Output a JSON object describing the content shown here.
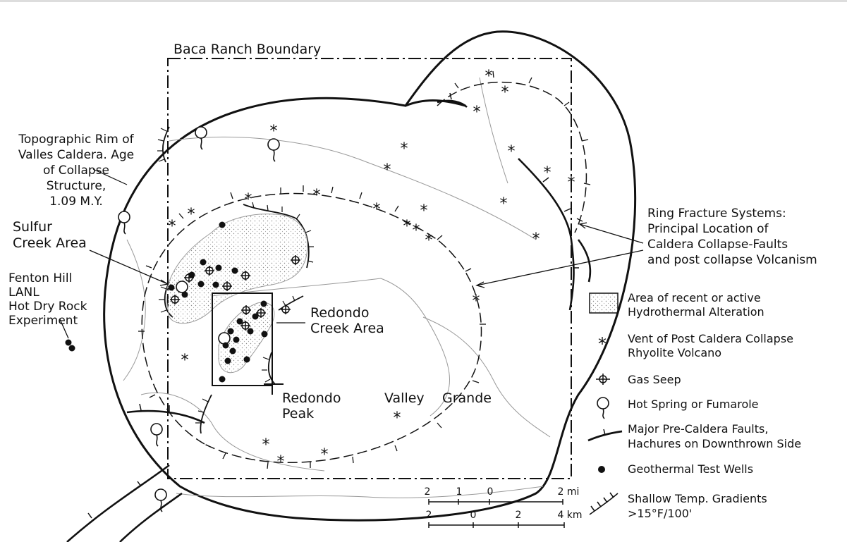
{
  "map": {
    "boundary_label": "Baca Ranch Boundary",
    "labels": {
      "topo_rim": [
        "Topographic Rim of",
        "Valles Caldera. Age",
        "of Collapse",
        "Structure,",
        "1.09 M.Y."
      ],
      "sulfur_creek": [
        "Sulfur",
        "Creek Area"
      ],
      "fenton_hill": [
        "Fenton Hill",
        "LANL",
        "Hot Dry Rock",
        "Experiment"
      ],
      "redondo_creek": [
        "Redondo",
        "Creek Area"
      ],
      "redondo_peak": [
        "Redondo",
        "Peak"
      ],
      "valley_word": "Valley",
      "grande_word": "Grande",
      "ring_fracture": [
        "Ring Fracture Systems:",
        "Principal Location of",
        "Caldera Collapse-Faults",
        "and post collapse Volcanism"
      ]
    }
  },
  "legend": {
    "items": [
      {
        "icon": "stippled-area",
        "lines": [
          "Area of recent or active",
          "Hydrothermal Alteration"
        ]
      },
      {
        "icon": "asterisk",
        "lines": [
          "Vent of Post Caldera Collapse",
          "Rhyolite Volcano"
        ]
      },
      {
        "icon": "gas-seep",
        "lines": [
          "Gas Seep"
        ]
      },
      {
        "icon": "hot-spring",
        "lines": [
          "Hot Spring or Fumarole"
        ]
      },
      {
        "icon": "fault",
        "lines": [
          "Major Pre-Caldera Faults,",
          "Hachures on Downthrown Side"
        ]
      },
      {
        "icon": "well-dot",
        "lines": [
          "Geothermal Test Wells"
        ]
      },
      {
        "icon": "hachure",
        "lines": [
          "Shallow Temp. Gradients",
          ">15°F/100'"
        ]
      }
    ]
  },
  "scale": {
    "miles_ticks": [
      "2",
      "1",
      "0",
      "2 mi"
    ],
    "km_ticks": [
      "2",
      "0",
      "2",
      "4 km"
    ]
  }
}
